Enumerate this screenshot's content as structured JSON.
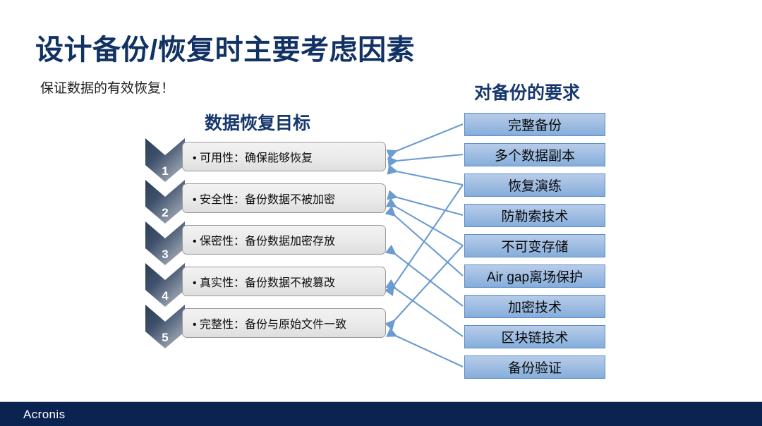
{
  "slide": {
    "title": "设计备份/恢复时主要考虑因素",
    "subtitle": "保证数据的有效恢复！",
    "title_color": "#123263"
  },
  "left_column": {
    "heading": "数据恢复目标",
    "items": [
      {
        "number": "1",
        "text": "可用性：确保能够恢复"
      },
      {
        "number": "2",
        "text": "安全性：备份数据不被加密"
      },
      {
        "number": "3",
        "text": "保密性：备份数据加密存放"
      },
      {
        "number": "4",
        "text": "真实性：备份数据不被篡改"
      },
      {
        "number": "5",
        "text": "完整性：备份与原始文件一致"
      }
    ]
  },
  "right_column": {
    "heading": "对备份的要求",
    "items": [
      {
        "text": "完整备份"
      },
      {
        "text": "多个数据副本"
      },
      {
        "text": "恢复演练"
      },
      {
        "text": "防勒索技术"
      },
      {
        "text": "不可变存储"
      },
      {
        "text": "Air gap离场保护"
      },
      {
        "text": "加密技术"
      },
      {
        "text": "区块链技术"
      },
      {
        "text": "备份验证"
      }
    ]
  },
  "connections": {
    "arrow_color": "#6a9bd1",
    "links": [
      {
        "from": "完整备份",
        "to": "可用性：确保能够恢复"
      },
      {
        "from": "多个数据副本",
        "to": "可用性：确保能够恢复"
      },
      {
        "from": "恢复演练",
        "to": "可用性：确保能够恢复"
      },
      {
        "from": "防勒索技术",
        "to": "安全性：备份数据不被加密"
      },
      {
        "from": "不可变存储",
        "to": "安全性：备份数据不被加密"
      },
      {
        "from": "Air gap离场保护",
        "to": "安全性：备份数据不被加密"
      },
      {
        "from": "加密技术",
        "to": "保密性：备份数据加密存放"
      },
      {
        "from": "区块链技术",
        "to": "真实性：备份数据不被篡改"
      },
      {
        "from": "恢复演练",
        "to": "真实性：备份数据不被篡改"
      },
      {
        "from": "备份验证",
        "to": "完整性：备份与原始文件一致"
      },
      {
        "from": "不可变存储",
        "to": "完整性：备份与原始文件一致"
      }
    ]
  },
  "footer": {
    "logo": "Acronis",
    "background": "#0b2350"
  }
}
